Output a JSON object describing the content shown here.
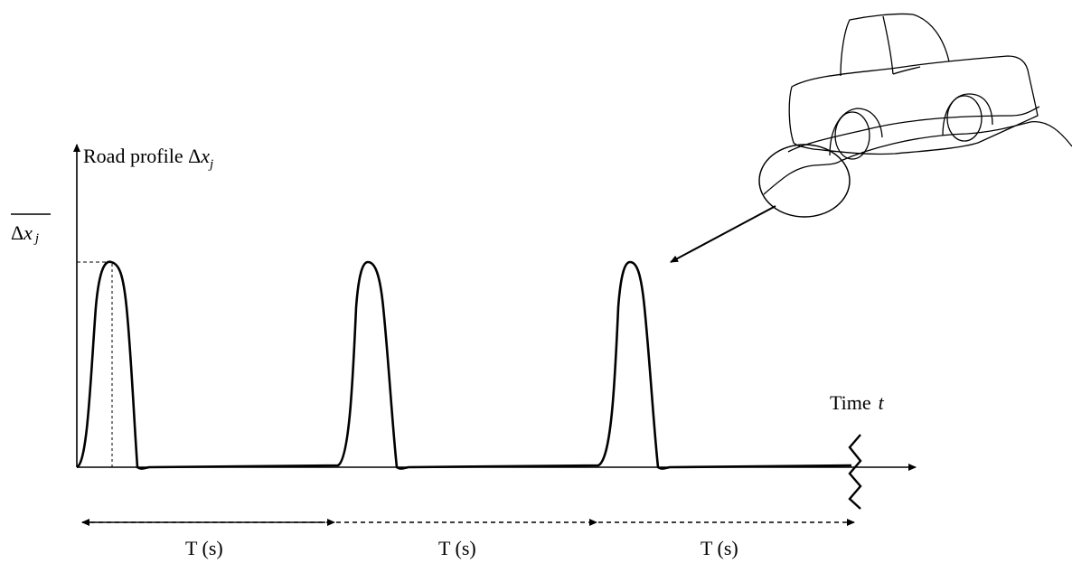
{
  "diagram": {
    "y_axis_label_main": "Road profile Δ",
    "y_axis_label_var": "x",
    "y_axis_label_sub": "j",
    "peak_label_delta": "Δ",
    "peak_label_var": "x",
    "peak_label_sub": "j",
    "x_axis_label_main": "Time",
    "x_axis_label_var": "t",
    "period_labels": [
      "T (s)",
      "T (s)",
      "T (s)"
    ]
  },
  "chart_data": {
    "type": "line",
    "description_free": true,
    "pulse_count": 3,
    "series": [
      {
        "values": [
          0,
          1,
          0,
          0,
          1,
          0,
          0,
          1,
          0
        ]
      }
    ]
  },
  "colors": {
    "ink": "#000000",
    "background": "#ffffff"
  },
  "icons": [
    "car-sketch-icon",
    "magnifier-circle-icon"
  ]
}
